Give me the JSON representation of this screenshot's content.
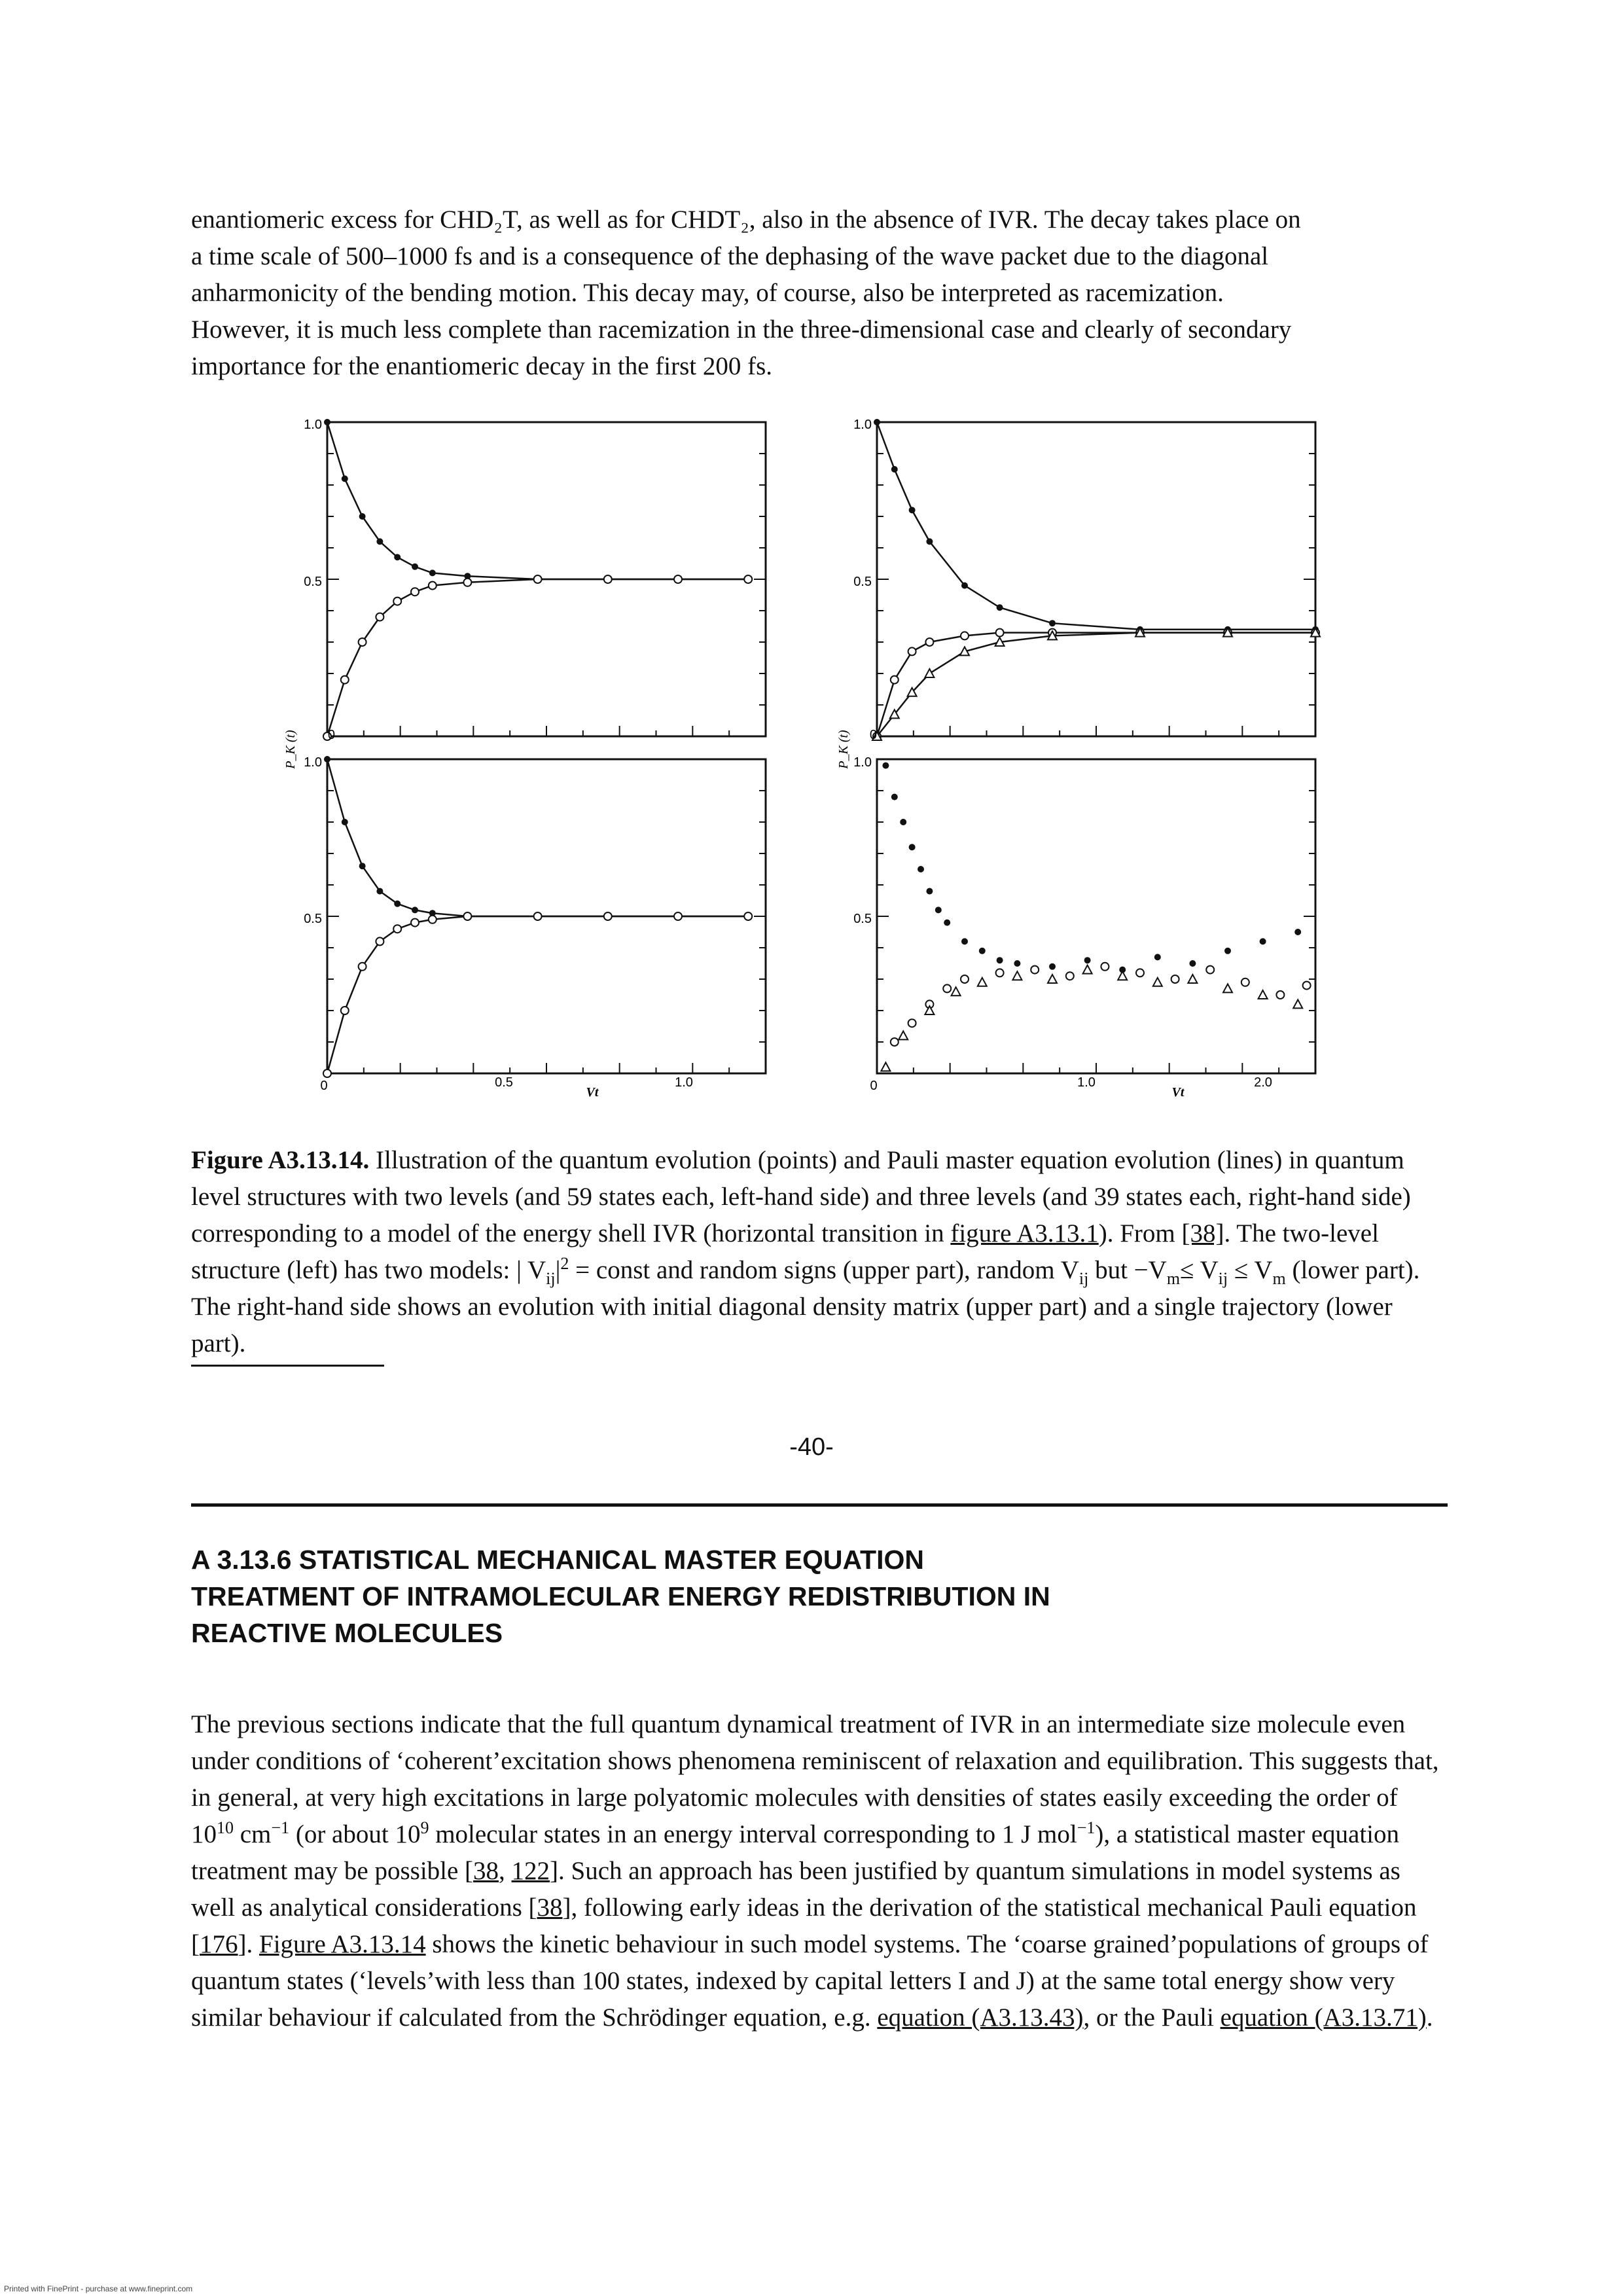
{
  "intro": {
    "lines": [
      "enantiomeric excess for CHD₂T, as well as for CHDT₂, also in the absence of IVR. The decay takes place on",
      "a time scale of 500–1000 fs and is a consequence of the dephasing of the wave packet due to the diagonal",
      "anharmonicity of the bending motion. This decay may, of course, also be interpreted as racemization.",
      "However, it is much less complete than racemization in the three-dimensional case and clearly of secondary",
      "importance for the enantiomeric decay in the first 200 fs."
    ]
  },
  "figure": {
    "ylabel": "P_K (t)",
    "xlabel": "Vt",
    "left_panels": {
      "y_ticks": [
        "1.0",
        "0.5",
        "0"
      ],
      "x_ticks": [
        "0",
        "0.5",
        "1.0"
      ]
    },
    "right_panels": {
      "y_ticks": [
        "1.0",
        "0.5",
        "0"
      ],
      "x_ticks": [
        "0",
        "1.0",
        "2.0"
      ]
    }
  },
  "chart_data": [
    {
      "type": "line",
      "panel": "upper-left",
      "xlim": [
        0,
        1.25
      ],
      "ylim": [
        0,
        1.0
      ],
      "x": [
        0,
        0.05,
        0.1,
        0.15,
        0.2,
        0.25,
        0.3,
        0.4,
        0.6,
        0.8,
        1.0,
        1.2
      ],
      "series": [
        {
          "values": [
            1.0,
            0.82,
            0.7,
            0.62,
            0.57,
            0.54,
            0.52,
            0.51,
            0.5,
            0.5,
            0.5,
            0.5
          ]
        },
        {
          "values": [
            0.0,
            0.18,
            0.3,
            0.38,
            0.43,
            0.46,
            0.48,
            0.49,
            0.5,
            0.5,
            0.5,
            0.5
          ]
        }
      ]
    },
    {
      "type": "line",
      "panel": "lower-left",
      "xlim": [
        0,
        1.25
      ],
      "ylim": [
        0,
        1.0
      ],
      "x": [
        0,
        0.05,
        0.1,
        0.15,
        0.2,
        0.25,
        0.3,
        0.4,
        0.6,
        0.8,
        1.0,
        1.2
      ],
      "series": [
        {
          "values": [
            1.0,
            0.8,
            0.66,
            0.58,
            0.54,
            0.52,
            0.51,
            0.5,
            0.5,
            0.5,
            0.5,
            0.5
          ]
        },
        {
          "values": [
            0.0,
            0.2,
            0.34,
            0.42,
            0.46,
            0.48,
            0.49,
            0.5,
            0.5,
            0.5,
            0.5,
            0.5
          ]
        }
      ]
    },
    {
      "type": "line",
      "panel": "upper-right",
      "xlim": [
        0,
        2.5
      ],
      "ylim": [
        0,
        1.0
      ],
      "x": [
        0,
        0.1,
        0.2,
        0.3,
        0.5,
        0.7,
        1.0,
        1.5,
        2.0,
        2.5
      ],
      "series": [
        {
          "values": [
            1.0,
            0.85,
            0.72,
            0.62,
            0.48,
            0.41,
            0.36,
            0.34,
            0.34,
            0.34
          ]
        },
        {
          "values": [
            0.0,
            0.18,
            0.27,
            0.3,
            0.32,
            0.33,
            0.33,
            0.33,
            0.33,
            0.33
          ]
        },
        {
          "values": [
            0.0,
            0.07,
            0.14,
            0.2,
            0.27,
            0.3,
            0.32,
            0.33,
            0.33,
            0.33
          ]
        }
      ]
    },
    {
      "type": "scatter",
      "panel": "lower-right",
      "xlim": [
        0,
        2.5
      ],
      "ylim": [
        0,
        1.0
      ],
      "series": [
        {
          "x": [
            0.05,
            0.1,
            0.15,
            0.2,
            0.25,
            0.3,
            0.35,
            0.4,
            0.5,
            0.6,
            0.7,
            0.8,
            1.0,
            1.2,
            1.4,
            1.6,
            1.8,
            2.0,
            2.2,
            2.4
          ],
          "values": [
            0.98,
            0.88,
            0.8,
            0.72,
            0.65,
            0.58,
            0.52,
            0.48,
            0.42,
            0.39,
            0.36,
            0.35,
            0.34,
            0.36,
            0.33,
            0.37,
            0.35,
            0.39,
            0.42,
            0.45
          ]
        },
        {
          "x": [
            0.1,
            0.2,
            0.3,
            0.4,
            0.5,
            0.7,
            0.9,
            1.1,
            1.3,
            1.5,
            1.7,
            1.9,
            2.1,
            2.3,
            2.45
          ],
          "values": [
            0.1,
            0.16,
            0.22,
            0.27,
            0.3,
            0.32,
            0.33,
            0.31,
            0.34,
            0.32,
            0.3,
            0.33,
            0.29,
            0.25,
            0.28
          ]
        },
        {
          "x": [
            0.05,
            0.15,
            0.3,
            0.45,
            0.6,
            0.8,
            1.0,
            1.2,
            1.4,
            1.6,
            1.8,
            2.0,
            2.2,
            2.4
          ],
          "values": [
            0.02,
            0.12,
            0.2,
            0.26,
            0.29,
            0.31,
            0.3,
            0.33,
            0.31,
            0.29,
            0.3,
            0.27,
            0.25,
            0.22
          ]
        }
      ]
    }
  ],
  "caption": {
    "label": "Figure A3.13.14.",
    "t1": " Illustration of the quantum evolution (points) and Pauli master equation evolution (lines) in quantum level structures with two levels (and 59 states each, left-hand side) and three levels (and 39 states each, right-hand side) corresponding to a model of the energy shell IVR (horizontal transition in ",
    "link1": "figure A3.13.1",
    "t2": "). From ",
    "link2": "[38]",
    "t3": ". The two-level structure (left) has two models: | V",
    "t3sub": "ij",
    "t3b": "|",
    "t3sup": "2",
    "t4": " = const and random signs (upper part), random V",
    "t4sub": "ij",
    "t5": " but −V",
    "t5sub": "m",
    "t6": "≤ V",
    "t6sub": "ij",
    "t7": " ≤ V",
    "t7sub": "m",
    "t8": " (lower part). The right-hand side shows an evolution with initial diagonal density matrix (upper part) and a single trajectory (lower part)."
  },
  "page_number": "-40-",
  "section_heading": {
    "line1": "A 3.13.6 STATISTICAL MECHANICAL MASTER EQUATION",
    "line2": "TREATMENT OF INTRAMOLECULAR ENERGY REDISTRIBUTION IN",
    "line3": "REACTIVE MOLECULES"
  },
  "body": {
    "t1": "The previous sections indicate that the full quantum dynamical treatment of IVR in an intermediate size molecule even under conditions of ‘coherent’excitation shows phenomena reminiscent of relaxation and equilibration. This suggests that, in general, at very high excitations in large polyatomic molecules with densities of states easily exceeding the order of 10",
    "sup1": "10",
    "t2": " cm",
    "sup2": "−1",
    "t3": " (or about 10",
    "sup3": "9",
    "t4": " molecular states in an energy interval corresponding to 1 J mol",
    "sup4": "−1",
    "t5": "), a statistical master equation treatment may be possible [",
    "link1": "38",
    "t6": ", ",
    "link2": "122",
    "t7": "]. Such an approach has been justified by quantum simulations in model systems as well as analytical considerations [",
    "link3": "38",
    "t8": "], following early ideas in the derivation of the statistical mechanical Pauli equation [",
    "link4": "176",
    "t9": "]. ",
    "link5": "Figure A3.13.14",
    "t10": " shows the kinetic behaviour in such model systems. The ‘coarse grained’populations of groups of quantum states (‘levels’with less than 100 states, indexed by capital letters I and J) at the same total energy show very similar behaviour if calculated from the Schrödinger equation, e.g. ",
    "link6": "equation (A3.13.43)",
    "t11": ", or the Pauli ",
    "link7": "equation (A3.13.71)",
    "t12": "."
  },
  "footer": "Printed with FinePrint - purchase at www.fineprint.com"
}
